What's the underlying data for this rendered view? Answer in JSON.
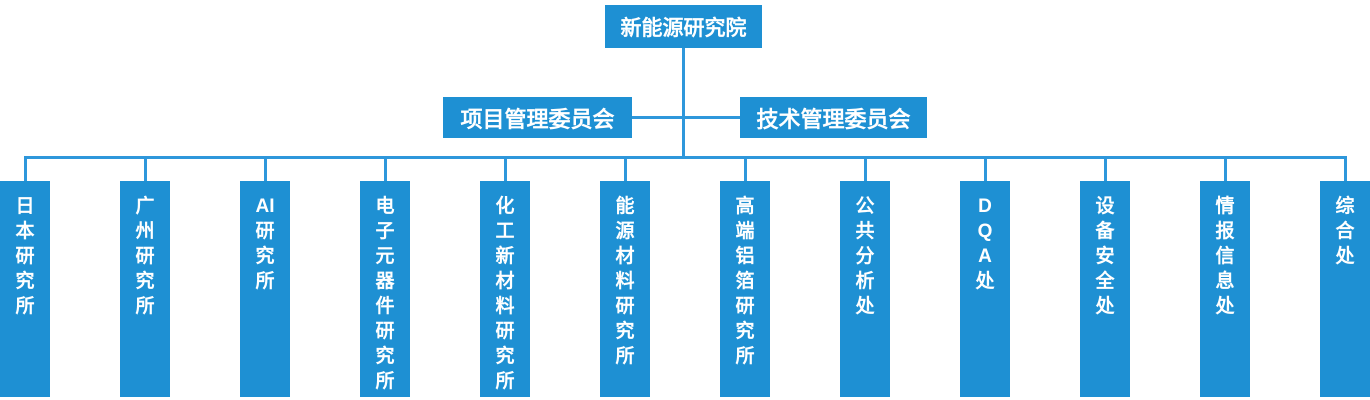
{
  "chart": {
    "root": {
      "label": "新能源研究院"
    },
    "committees": [
      {
        "label": "项目管理委员会"
      },
      {
        "label": "技术管理委员会"
      }
    ],
    "departments": [
      {
        "label": "日本研究所",
        "lines": [
          "日",
          "本",
          "研",
          "究",
          "所"
        ]
      },
      {
        "label": "广州研究所",
        "lines": [
          "广",
          "州",
          "研",
          "究",
          "所"
        ]
      },
      {
        "label": "AI研究所",
        "lines": [
          "AI",
          "研",
          "究",
          "所"
        ]
      },
      {
        "label": "电子元器件研究所",
        "lines": [
          "电",
          "子",
          "元",
          "器",
          "件",
          "研",
          "究",
          "所"
        ]
      },
      {
        "label": "化工新材料研究所",
        "lines": [
          "化",
          "工",
          "新",
          "材",
          "料",
          "研",
          "究",
          "所"
        ]
      },
      {
        "label": "能源材料研究所",
        "lines": [
          "能",
          "源",
          "材",
          "料",
          "研",
          "究",
          "所"
        ]
      },
      {
        "label": "高端铝箔研究所",
        "lines": [
          "高",
          "端",
          "铝",
          "箔",
          "研",
          "究",
          "所"
        ]
      },
      {
        "label": "公共分析处",
        "lines": [
          "公",
          "共",
          "分",
          "析",
          "处"
        ]
      },
      {
        "label": "DQA处",
        "lines": [
          "D",
          "Q",
          "A",
          "处"
        ]
      },
      {
        "label": "设备安全处",
        "lines": [
          "设",
          "备",
          "安",
          "全",
          "处"
        ]
      },
      {
        "label": "情报信息处",
        "lines": [
          "情",
          "报",
          "信",
          "息",
          "处"
        ]
      },
      {
        "label": "综合处",
        "lines": [
          "综",
          "合",
          "处"
        ]
      }
    ],
    "colors": {
      "box_fill": "#1E90D3",
      "connector_line": "#2E97DB",
      "text": "#FFFFFF",
      "background": "#FFFFFF"
    }
  }
}
